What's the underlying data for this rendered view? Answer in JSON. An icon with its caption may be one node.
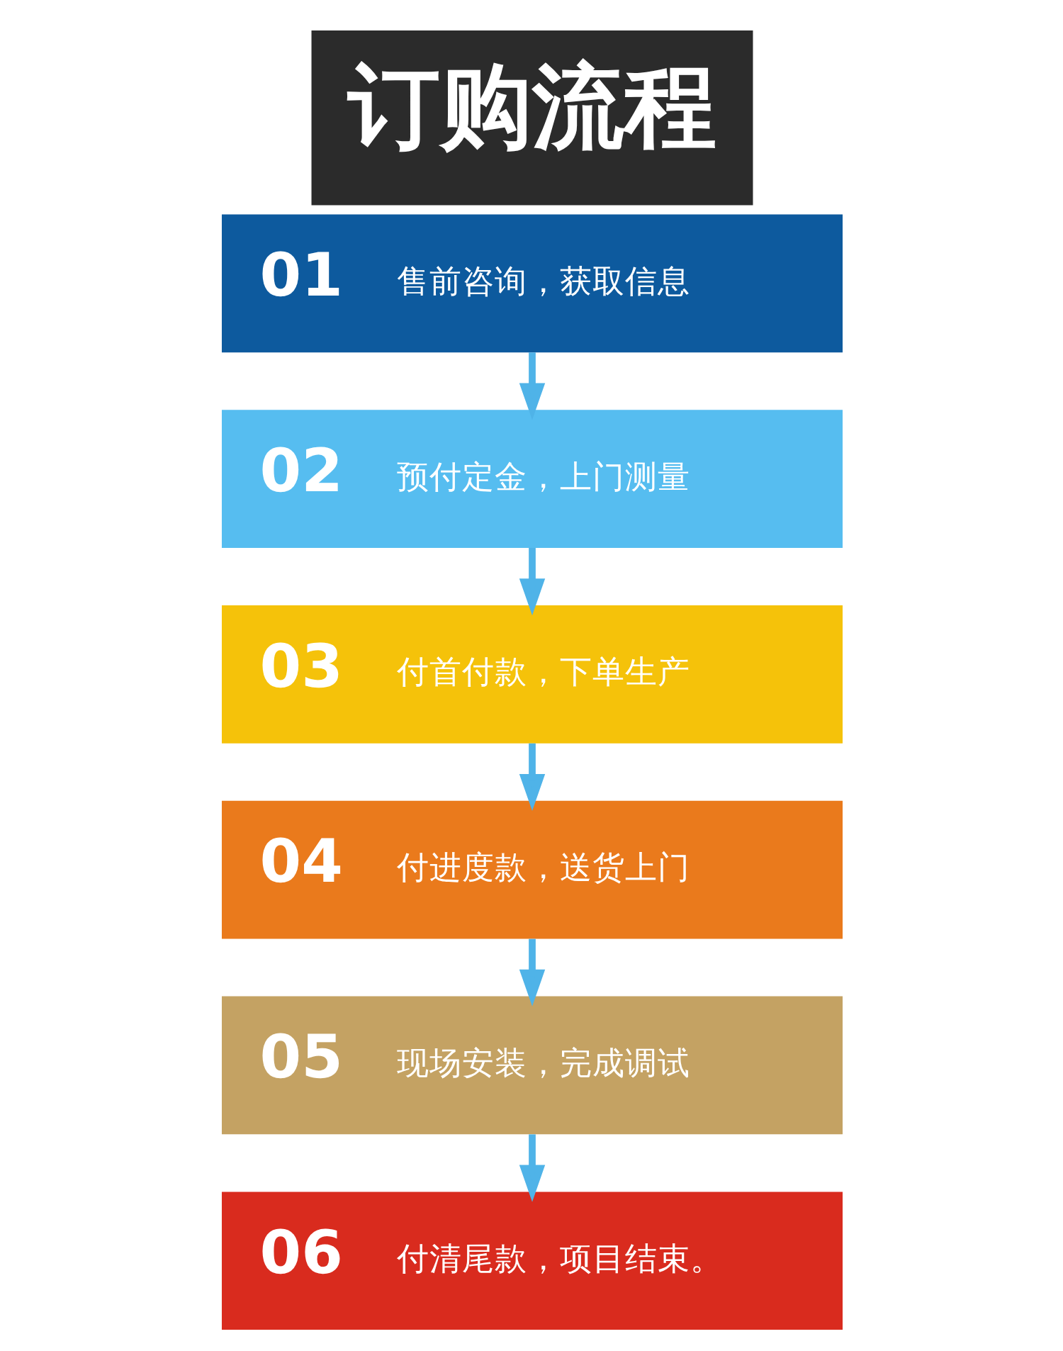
{
  "diagram": {
    "title": "订购流程",
    "nodes": [
      {
        "text": [
          "01",
          "售前咨询，获取信息"
        ]
      },
      {
        "text": [
          "02",
          "预付定金，上门测量"
        ]
      },
      {
        "text": [
          "03",
          "付首付款，下单生产"
        ]
      },
      {
        "text": [
          "04",
          "付进度款，送货上门"
        ]
      },
      {
        "text": [
          "05",
          "现场安装，完成调试"
        ]
      },
      {
        "text": [
          "06",
          "付清尾款，项目结束。"
        ]
      }
    ],
    "edges": [
      {
        "from": 0,
        "to": 1,
        "arrow": "to"
      },
      {
        "from": 1,
        "to": 2,
        "arrow": "to"
      },
      {
        "from": 2,
        "to": 3,
        "arrow": "to"
      },
      {
        "from": 3,
        "to": 4,
        "arrow": "to"
      },
      {
        "from": 4,
        "to": 5,
        "arrow": "to"
      }
    ]
  }
}
